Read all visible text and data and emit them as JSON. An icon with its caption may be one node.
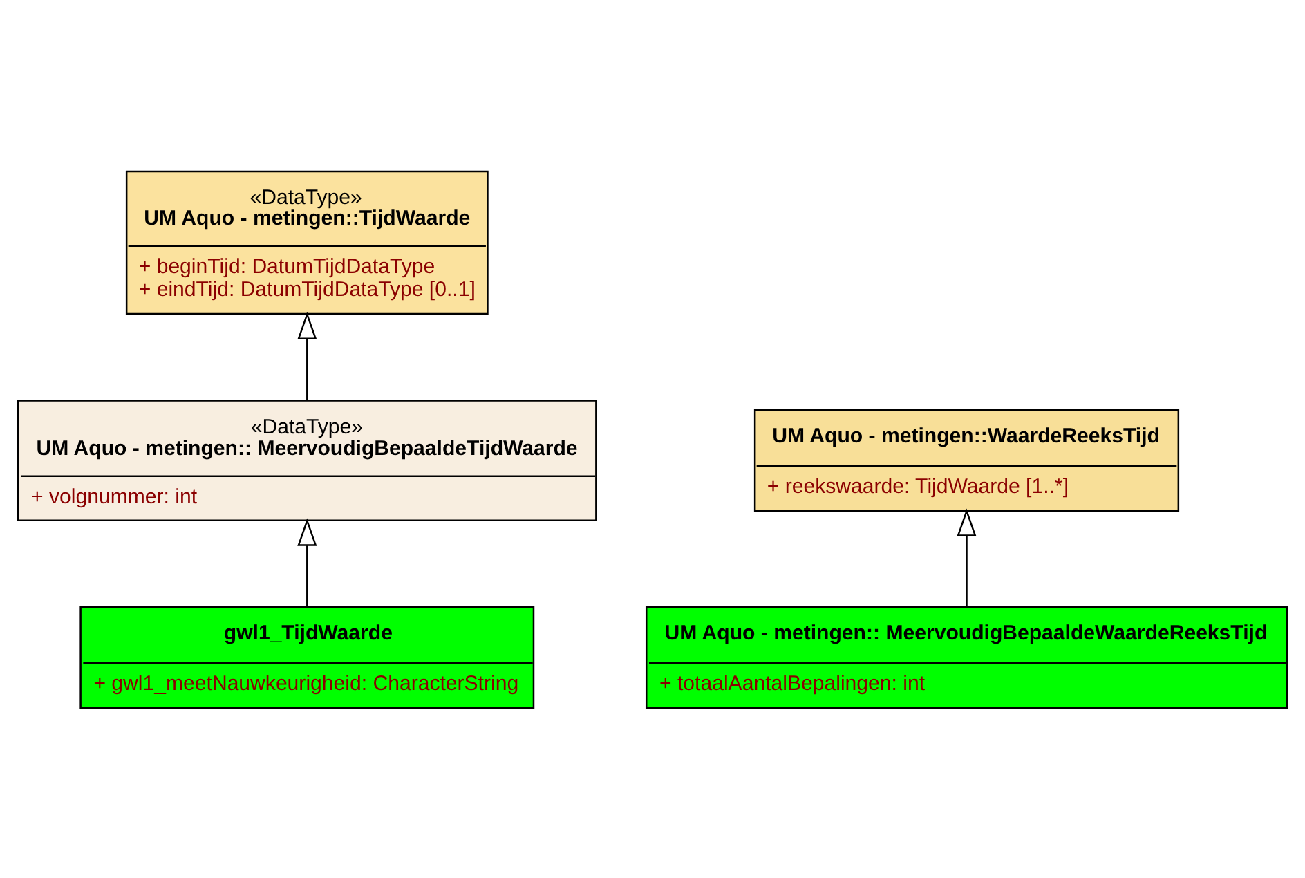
{
  "diagram": {
    "nodes": [
      {
        "text": [
          "«DataType»",
          "UM Aquo - metingen::TijdWaarde",
          "+ beginTijd: DatumTijdDataType",
          "+ eindTijd: DatumTijdDataType [0..1]"
        ]
      },
      {
        "text": [
          "«DataType»",
          "UM Aquo - metingen:: MeervoudigBepaaldeTijdWaarde",
          "+ volgnummer: int"
        ]
      },
      {
        "text": [
          "gwl1_TijdWaarde",
          "+ gwl1_meetNauwkeurigheid: CharacterString"
        ]
      },
      {
        "text": [
          "UM Aquo - metingen::WaardeReeksTijd",
          "+ reekswaarde: TijdWaarde [1..*]"
        ]
      },
      {
        "text": [
          "UM Aquo - metingen:: MeervoudigBepaaldeWaardeReeksTijd",
          "+ totaalAantalBepalingen: int"
        ]
      }
    ],
    "edges": [
      {
        "from": 1,
        "to": 0,
        "arrow": "to"
      },
      {
        "from": 2,
        "to": 1,
        "arrow": "to"
      },
      {
        "from": 4,
        "to": 3,
        "arrow": "to"
      }
    ]
  }
}
